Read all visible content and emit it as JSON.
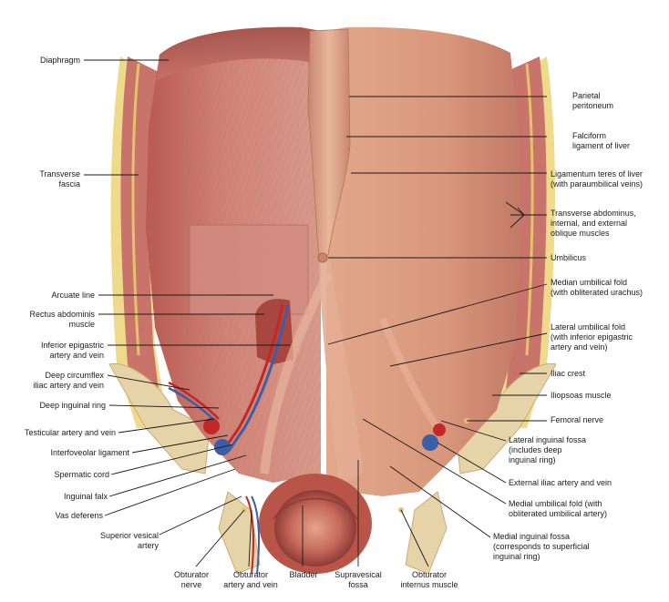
{
  "labels": {
    "diaphragm": [
      "Diaphragm"
    ],
    "transverse_fascia": [
      "Transverse",
      "fascia"
    ],
    "arcuate_line": [
      "Arcuate line"
    ],
    "rectus_abdominis": [
      "Rectus abdominis",
      "muscle"
    ],
    "inferior_epigastric": [
      "Inferior epigastric",
      "artery and vein"
    ],
    "deep_circumflex": [
      "Deep circumflex",
      "iliac artery and vein"
    ],
    "deep_inguinal_ring": [
      "Deep inguinal ring"
    ],
    "testicular": [
      "Testicular artery and vein"
    ],
    "interfoveolar": [
      "Interfoveolar ligament"
    ],
    "spermatic_cord": [
      "Spermatic cord"
    ],
    "inguinal_falx": [
      "Inguinal falx"
    ],
    "vas_deferens": [
      "Vas deferens"
    ],
    "superior_vesical": [
      "Superior vesical",
      "artery"
    ],
    "obturator_nerve": [
      "Obturator",
      "nerve"
    ],
    "obturator_artery": [
      "Obturator",
      "artery and vein"
    ],
    "bladder": [
      "Bladder"
    ],
    "supravesical": [
      "Supravesical",
      "fossa"
    ],
    "obturator_internus": [
      "Obturator",
      "internus muscle"
    ],
    "parietal_peritoneum": [
      "Parietal",
      "peritoneum"
    ],
    "falciform": [
      "Falciform",
      "ligament of liver"
    ],
    "ligamentum_teres": [
      "Ligamentum teres of liver",
      "(with paraumbilical veins)"
    ],
    "transverse_abdominus": [
      "Transverse abdominus,",
      "internal, and external",
      "oblique muscles"
    ],
    "umbilicus": [
      "Umbilicus"
    ],
    "median_umbilical": [
      "Median umbilical fold",
      "(with obliterated urachus)"
    ],
    "lateral_umbilical": [
      "Lateral umbilical fold",
      "(with inferior epigastric",
      "artery and vein)"
    ],
    "iliac_crest": [
      "Iliac crest"
    ],
    "iliopsoas": [
      "Iliopsoas muscle"
    ],
    "femoral_nerve": [
      "Femoral nerve"
    ],
    "lateral_inguinal_fossa": [
      "Lateral inguinal fossa",
      "(includes deep",
      "inguinal ring)"
    ],
    "external_iliac": [
      "External iliac artery and vein"
    ],
    "medial_umbilical": [
      "Medial umbilical fold (with",
      "obliterated umbilical artery)"
    ],
    "medial_inguinal_fossa": [
      "Medial inguinal fossa",
      "(corresponds to superficial",
      "inguinal ring)"
    ]
  },
  "colors": {
    "background": "#ffffff",
    "muscle": "#c8746a",
    "muscle_dark": "#9c4a44",
    "peritoneum": "#d9977b",
    "fat": "#efd98a",
    "bone": "#e7d3a8",
    "artery": "#c0282a",
    "vein": "#3a5fa8",
    "leader_line": "#1a1a1a",
    "text": "#1c1c1c"
  }
}
